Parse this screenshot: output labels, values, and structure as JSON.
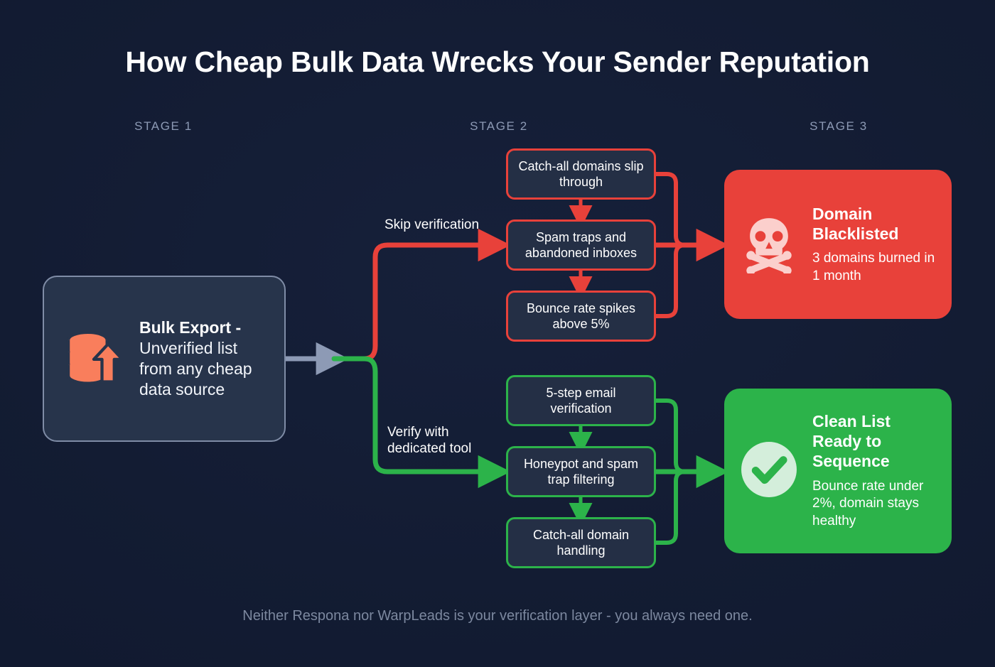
{
  "title": "How Cheap Bulk Data Wrecks Your Sender Reputation",
  "stages": {
    "one": "STAGE 1",
    "two": "STAGE 2",
    "three": "STAGE 3"
  },
  "source": {
    "icon": "database-upload-icon",
    "title": "Bulk Export -",
    "line2": "Unverified list",
    "line3": "from any cheap",
    "line4": "data source"
  },
  "edges": {
    "skip": "Skip verification",
    "verify_line1": "Verify with",
    "verify_line2": "dedicated tool"
  },
  "bad_path": {
    "steps": [
      "Catch-all domains slip through",
      "Spam traps and abandoned inboxes",
      "Bounce rate spikes above 5%"
    ],
    "outcome": {
      "icon": "skull-and-crossbones-icon",
      "title": "Domain Blacklisted",
      "sub": "3 domains burned in 1 month"
    }
  },
  "good_path": {
    "steps": [
      "5-step email verification",
      "Honeypot and spam trap filtering",
      "Catch-all domain handling"
    ],
    "outcome": {
      "icon": "check-circle-icon",
      "title": "Clean List Ready to Sequence",
      "sub": "Bounce rate under 2%, domain stays healthy"
    }
  },
  "footer": "Neither Respona nor WarpLeads is your verification layer - you always need one.",
  "colors": {
    "background": "#131c33",
    "danger": "#e8413a",
    "success": "#2cb34a",
    "accent_orange": "#f97e5c",
    "neutral_arrow": "#8d9ab5",
    "card_fill": "#27344b",
    "step_fill": "#242f45"
  }
}
